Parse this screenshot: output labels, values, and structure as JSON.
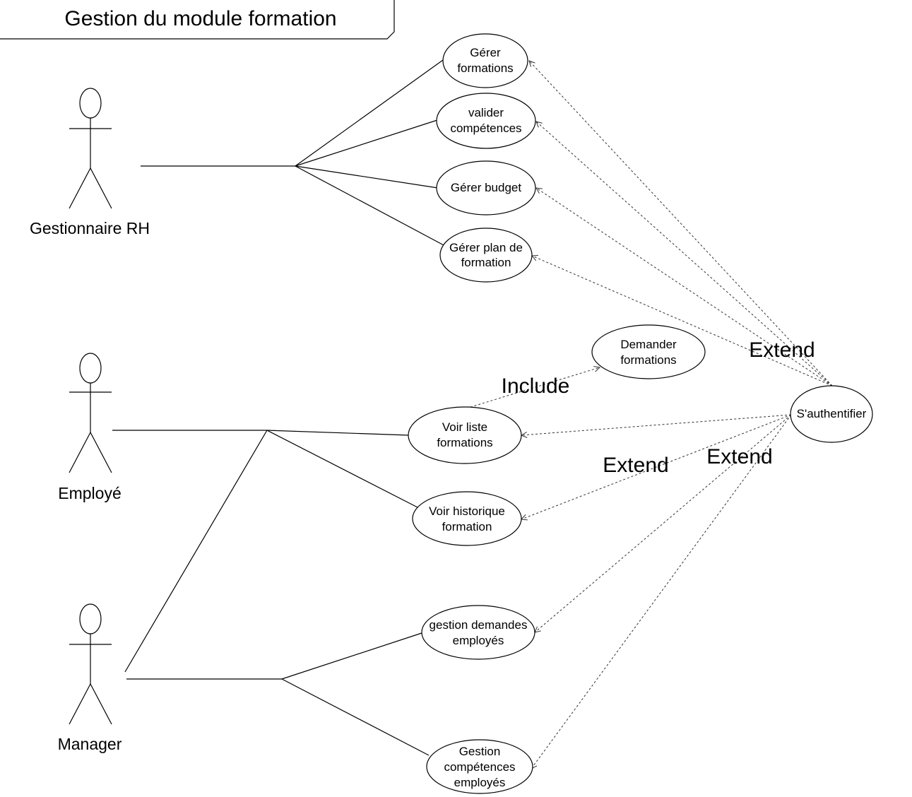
{
  "title": "Gestion du module formation",
  "actors": [
    {
      "id": "gestionnaire",
      "label": "Gestionnaire RH"
    },
    {
      "id": "employe",
      "label": "Employé"
    },
    {
      "id": "manager",
      "label": "Manager"
    }
  ],
  "use_cases": [
    {
      "id": "gerer-formations",
      "lines": [
        "Gérer",
        "formations"
      ]
    },
    {
      "id": "valider-competences",
      "lines": [
        "valider",
        "compétences"
      ]
    },
    {
      "id": "gerer-budget",
      "lines": [
        "Gérer budget"
      ]
    },
    {
      "id": "gerer-plan",
      "lines": [
        "Gérer plan de",
        "formation"
      ]
    },
    {
      "id": "demander-formations",
      "lines": [
        "Demander",
        "formations"
      ]
    },
    {
      "id": "voir-liste",
      "lines": [
        "Voir liste",
        "formations"
      ]
    },
    {
      "id": "voir-historique",
      "lines": [
        "Voir historique",
        "formation"
      ]
    },
    {
      "id": "gestion-demandes",
      "lines": [
        "gestion demandes",
        "employés"
      ]
    },
    {
      "id": "gestion-competences",
      "lines": [
        "Gestion",
        "compétences",
        "employés"
      ]
    },
    {
      "id": "authentifier",
      "lines": [
        "S'authentifier"
      ]
    }
  ],
  "relation_labels": [
    {
      "id": "include-1",
      "text": "Include"
    },
    {
      "id": "extend-1",
      "text": "Extend"
    },
    {
      "id": "extend-2",
      "text": "Extend"
    },
    {
      "id": "extend-3",
      "text": "Extend"
    }
  ]
}
